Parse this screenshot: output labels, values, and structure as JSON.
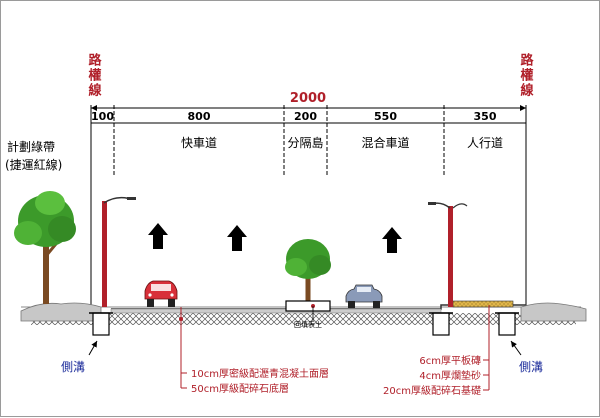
{
  "colors": {
    "accent": "#b0202a",
    "note_text": "#b0202a",
    "ditch_label": "#1a2a9a",
    "tree_green": "#3c9a2a",
    "trunk": "#7a4a22",
    "car_red": "#d8303a",
    "car_blue": "#8a9ab8"
  },
  "row_boundary": {
    "left_label": "路權線",
    "right_label": "路權線"
  },
  "total_width": "2000",
  "segments": [
    {
      "width": "100",
      "name": "計劃綠帶"
    },
    {
      "width": "800",
      "name": "快車道"
    },
    {
      "width": "200",
      "name": "分隔島"
    },
    {
      "width": "550",
      "name": "混合車道"
    },
    {
      "width": "350",
      "name": "人行道"
    }
  ],
  "left_note": "(捷運紅線)",
  "island_fill_label": "回填表土",
  "ditch_labels": {
    "left": "側溝",
    "right": "側溝"
  },
  "pavement_layers": [
    "10cm厚密級配瀝青混凝土面層",
    "50cm厚級配碎石底層"
  ],
  "sidewalk_layers": [
    "6cm厚平板磚",
    "4cm厚爛墊砂",
    "20cm厚級配碎石基礎"
  ],
  "icons": [
    "tree-icon",
    "street-lamp-icon",
    "direction-arrow-icon",
    "red-car-icon",
    "blue-car-icon"
  ]
}
